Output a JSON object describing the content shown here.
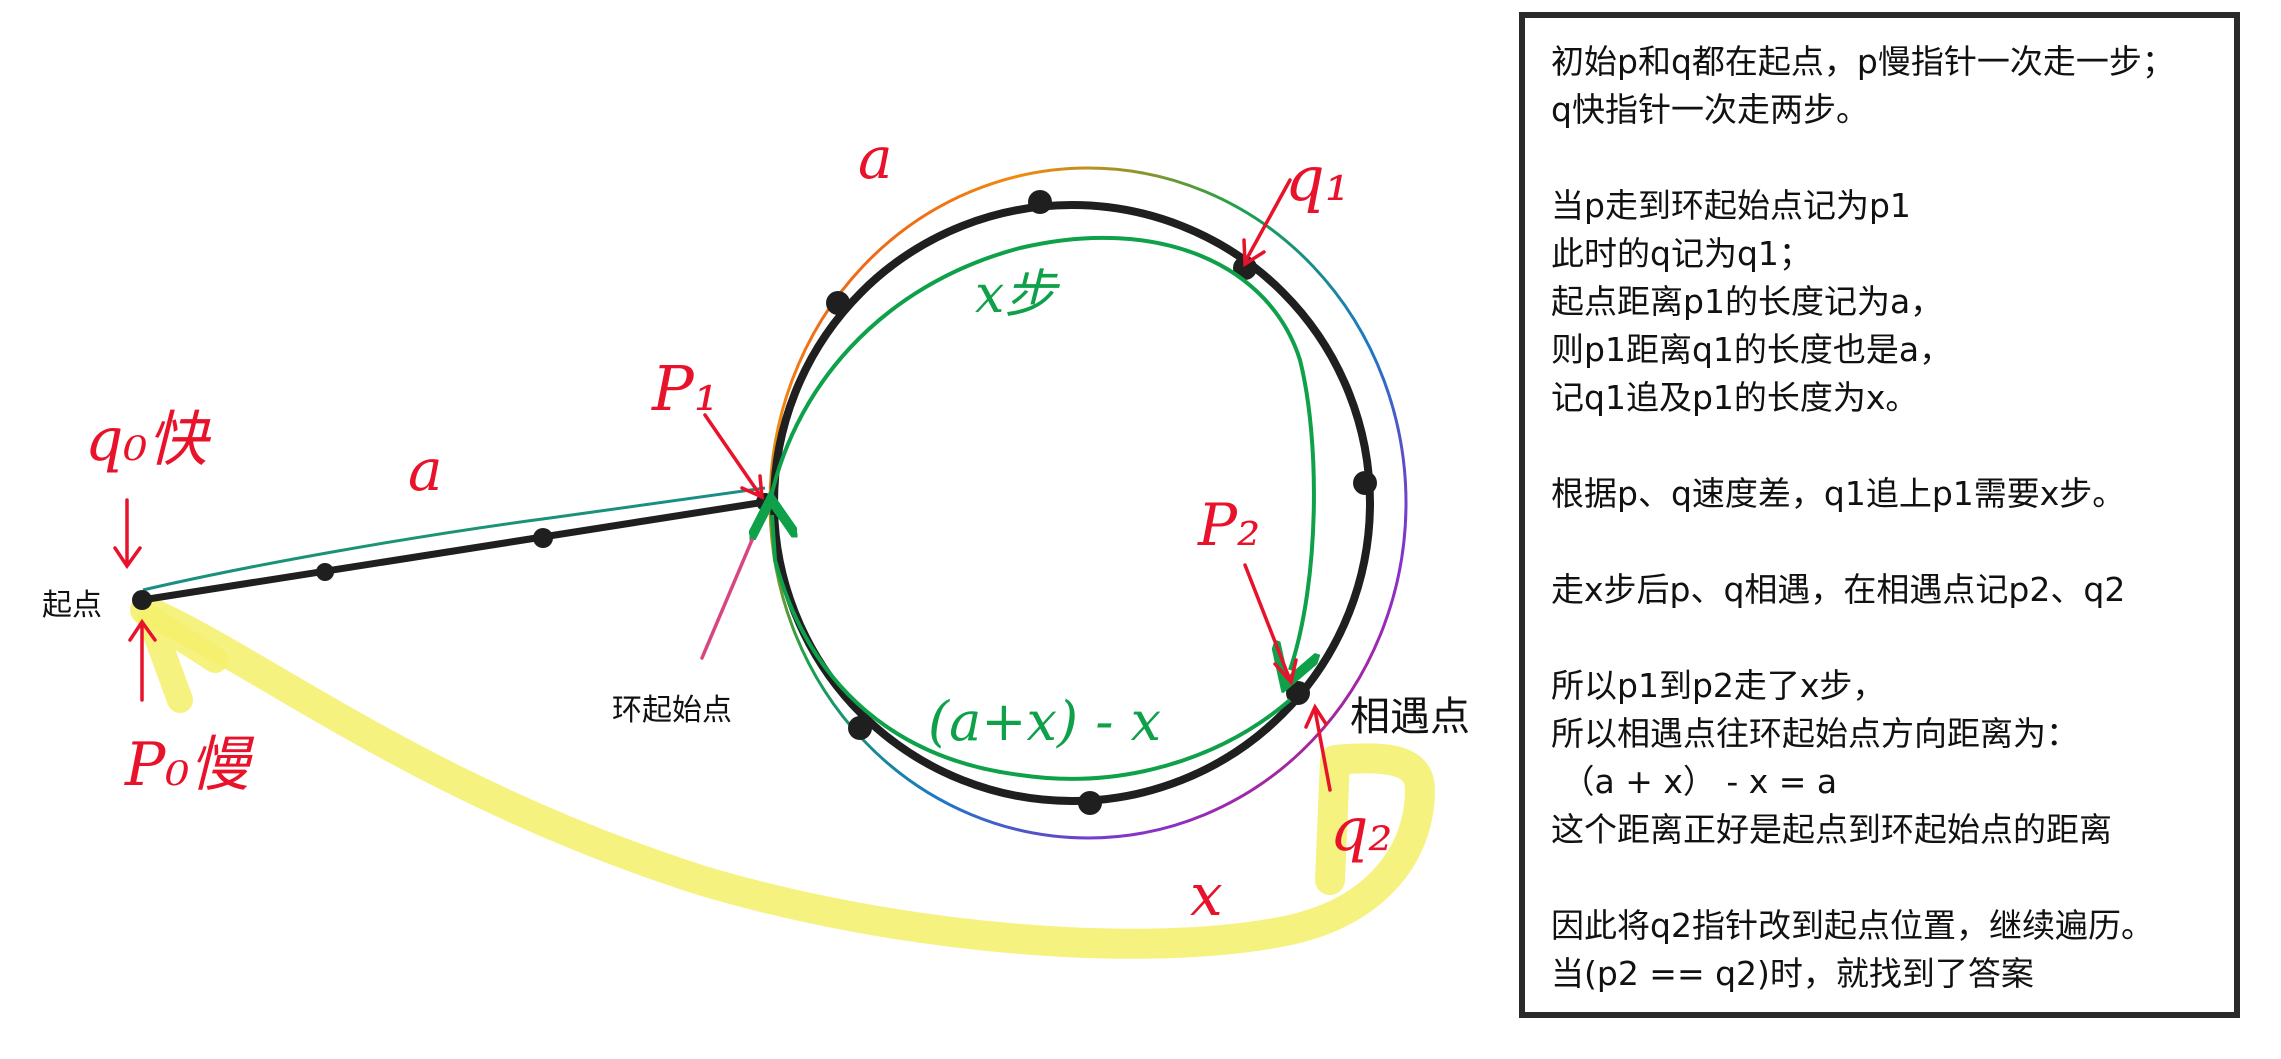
{
  "diagram": {
    "start_label": "起点",
    "loop_entry_label": "环起始点",
    "meeting_label": "相遇点",
    "fast_start": "q₀快",
    "slow_start": "P₀慢",
    "p1": "P₁",
    "q1": "q₁",
    "p2": "P₂",
    "q2": "q₂",
    "a_segment": "a",
    "a_arc": "a",
    "x_steps": "x步",
    "remaining": "(a+x) - x",
    "x_arc": "x"
  },
  "explanation": [
    "初始p和q都在起点，p慢指针一次走一步；",
    "q快指针一次走两步。",
    "",
    "当p走到环起始点记为p1",
    "此时的q记为q1；",
    "起点距离p1的长度记为a，",
    "则p1距离q1的长度也是a，",
    "记q1追及p1的长度为x。",
    "",
    "根据p、q速度差，q1追上p1需要x步。",
    "",
    "走x步后p、q相遇，在相遇点记p2、q2",
    "",
    "所以p1到p2走了x步，",
    "所以相遇点往环起始点方向距离为：",
    " （a + x） - x = a",
    "这个距离正好是起点到环起始点的距离",
    "",
    "因此将q2指针改到起点位置，继续遍历。",
    "当(p2 == q2)时，就找到了答案"
  ],
  "colors": {
    "line": "#1f1f1f",
    "red": "#e8122a",
    "green": "#0fa04a",
    "yellow": "#f5f06a"
  }
}
